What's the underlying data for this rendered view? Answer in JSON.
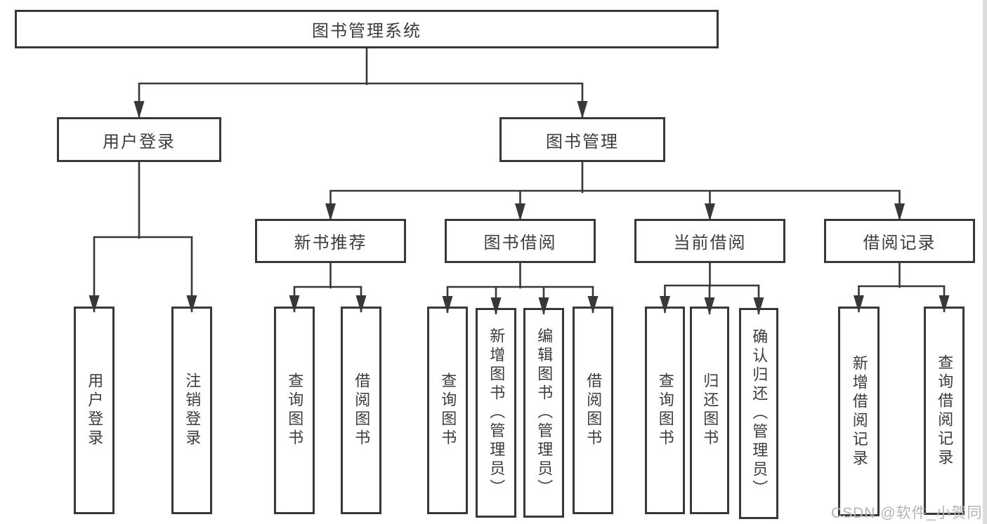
{
  "diagram": {
    "root": "图书管理系统",
    "user_login": {
      "label": "用户登录",
      "children": [
        "用户登录",
        "注销登录"
      ]
    },
    "book_management": {
      "label": "图书管理",
      "new_books": {
        "label": "新书推荐",
        "children": [
          "查询图书",
          "借阅图书"
        ]
      },
      "borrowing": {
        "label": "图书借阅",
        "children": [
          "查询图书",
          "新增图书（管理员）",
          "编辑图书（管理员）",
          "借阅图书"
        ]
      },
      "current": {
        "label": "当前借阅",
        "children": [
          "查询图书",
          "归还图书",
          "确认归还（管理员）"
        ]
      },
      "records": {
        "label": "借阅记录",
        "children": [
          "新增借阅记录",
          "查询借阅记录"
        ]
      }
    }
  },
  "watermark": "CSDN @软件_小贺同学",
  "colors": {
    "line": "#383838",
    "box_border": "#383838",
    "text": "#3c3c3c",
    "watermark": "#b3b3b3",
    "background": "#ffffff"
  }
}
